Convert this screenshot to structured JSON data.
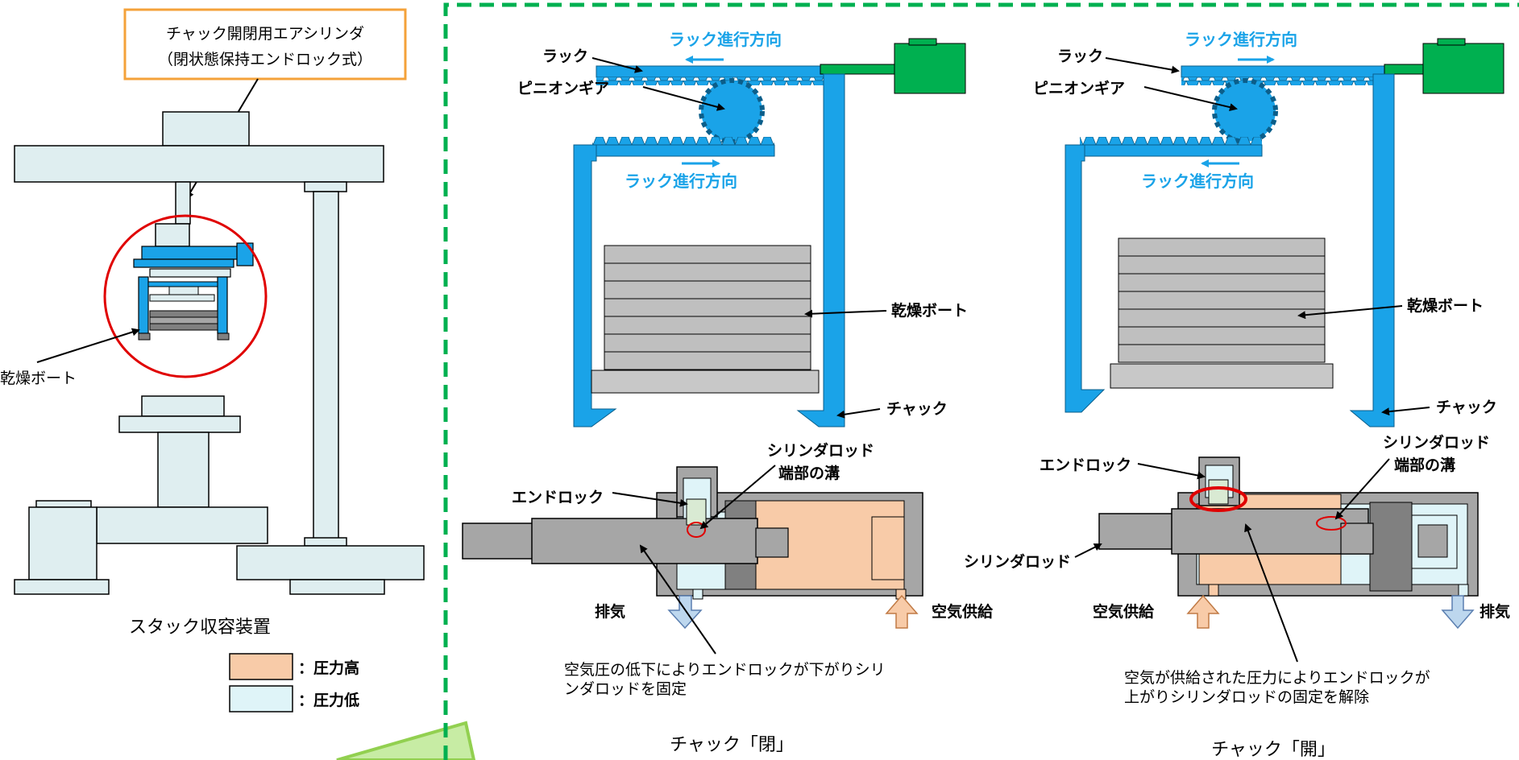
{
  "left_panel": {
    "callout_line1": "チャック開閉用エアシリンダ",
    "callout_line2": "（閉状態保持エンドロック式）",
    "boat_label": "乾燥ボート",
    "caption": "スタック収容装置",
    "legend": [
      {
        "label": "：圧力高",
        "color": "#f8cba8"
      },
      {
        "label": "：圧力低",
        "color": "#dff4f8"
      }
    ]
  },
  "closed_view": {
    "rack_top": "ラック",
    "pinion": "ピニオンギア",
    "rack_direction_top": "ラック進行方向",
    "rack_direction_bottom": "ラック進行方向",
    "boat": "乾燥ボート",
    "chuck": "チャック",
    "rod_groove_line1": "シリンダロッド",
    "rod_groove_line2": "端部の溝",
    "endlock": "エンドロック",
    "exhaust": "排気",
    "air_supply": "空気供給",
    "note_line1": "空気圧の低下によりエンドロックが下がりシリ",
    "note_line2": "ンダロッドを固定",
    "caption": "チャック「閉」"
  },
  "open_view": {
    "rack_top": "ラック",
    "pinion": "ピニオンギア",
    "rack_direction_top": "ラック進行方向",
    "rack_direction_bottom": "ラック進行方向",
    "boat": "乾燥ボート",
    "chuck": "チャック",
    "rod_groove_line1": "シリンダロッド",
    "rod_groove_line2": "端部の溝",
    "endlock": "エンドロック",
    "rod": "シリンダロッド",
    "air_supply": "空気供給",
    "exhaust": "排気",
    "note_line1": "空気が供給された圧力によりエンドロックが",
    "note_line2": "上がりシリンダロッドの固定を解除",
    "caption": "チャック「開」"
  },
  "colors": {
    "blue": "#1aa3e8",
    "green": "#00b050",
    "gray": "#a6a6a6",
    "pale": "#dfeef0",
    "orange": "#f8cba8",
    "red": "#e00000",
    "dash_green": "#00b050"
  }
}
